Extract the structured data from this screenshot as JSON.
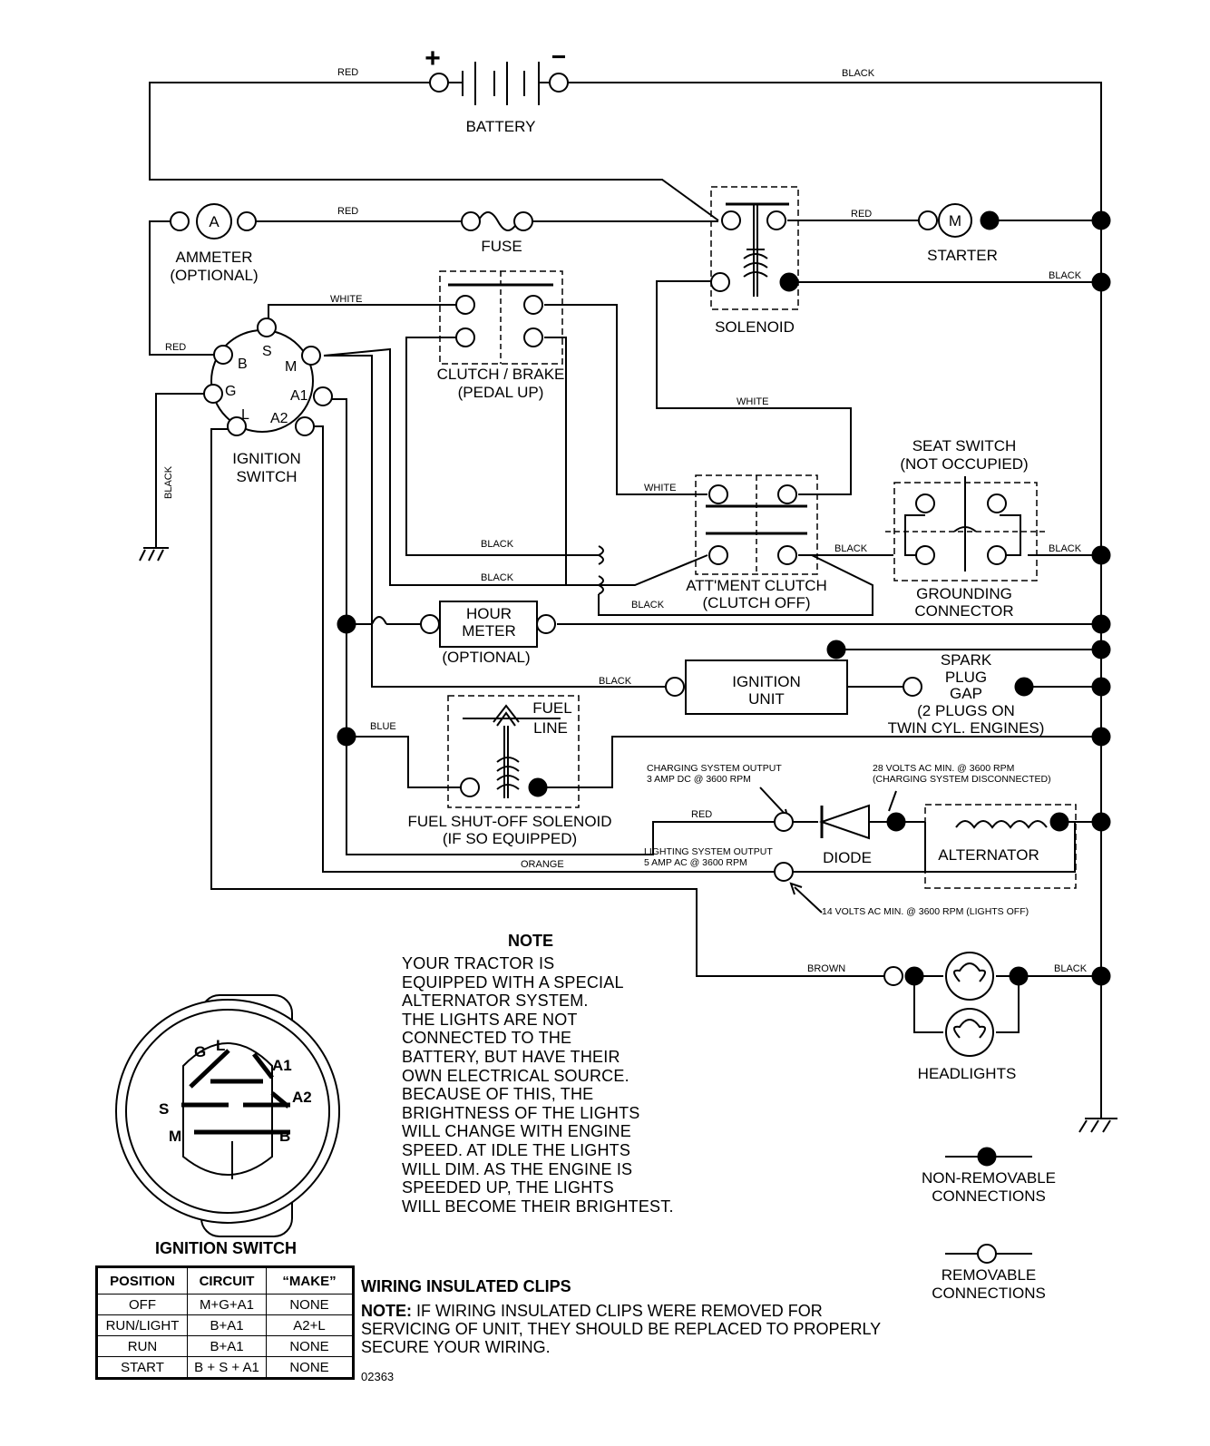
{
  "components": {
    "battery": "BATTERY",
    "battery_plus": "+",
    "battery_minus": "−",
    "ammeter_symbol": "A",
    "ammeter": [
      "AMMETER",
      "(OPTIONAL)"
    ],
    "fuse": "FUSE",
    "solenoid": "SOLENOID",
    "starter_symbol": "M",
    "starter": "STARTER",
    "clutch_brake": [
      "CLUTCH / BRAKE",
      "(PEDAL UP)"
    ],
    "ignition_switch": [
      "IGNITION",
      "SWITCH"
    ],
    "ignition_pins": [
      "B",
      "S",
      "M",
      "G",
      "A1",
      "L",
      "A2"
    ],
    "seat_switch": [
      "SEAT SWITCH",
      "(NOT OCCUPIED)"
    ],
    "grounding_connector": [
      "GROUNDING",
      "CONNECTOR"
    ],
    "attachment_clutch": [
      "ATT'MENT CLUTCH",
      "(CLUTCH OFF)"
    ],
    "hour_meter": [
      "HOUR",
      "METER"
    ],
    "hour_meter_optional": "(OPTIONAL)",
    "ignition_unit": [
      "IGNITION",
      "UNIT"
    ],
    "spark_plug": [
      "SPARK",
      "PLUG",
      "GAP",
      "(2 PLUGS ON",
      "TWIN CYL. ENGINES)"
    ],
    "fuel_line": [
      "FUEL",
      "LINE"
    ],
    "fuel_solenoid": [
      "FUEL SHUT-OFF SOLENOID",
      "(IF SO EQUIPPED)"
    ],
    "diode": "DIODE",
    "alternator": "ALTERNATOR",
    "headlights": "HEADLIGHTS"
  },
  "specs": {
    "charging_output": [
      "CHARGING SYSTEM OUTPUT",
      "3 AMP DC @ 3600 RPM"
    ],
    "charging_volts": [
      "28 VOLTS AC MIN. @ 3600 RPM",
      "(CHARGING SYSTEM DISCONNECTED)"
    ],
    "lighting_output": [
      "LIGHTING SYSTEM OUTPUT",
      "5 AMP AC @ 3600 RPM"
    ],
    "lighting_volts": "14 VOLTS AC MIN. @ 3600 RPM (LIGHTS OFF)"
  },
  "wire_colors": {
    "red": "RED",
    "black": "BLACK",
    "white": "WHITE",
    "blue": "BLUE",
    "orange": "ORANGE",
    "brown": "BROWN"
  },
  "legend": {
    "non_removable": [
      "NON-REMOVABLE",
      "CONNECTIONS"
    ],
    "removable": [
      "REMOVABLE",
      "CONNECTIONS"
    ]
  },
  "note": {
    "title": "NOTE",
    "lines": [
      "YOUR TRACTOR IS",
      "EQUIPPED WITH A SPECIAL",
      "ALTERNATOR SYSTEM.",
      "THE LIGHTS ARE NOT",
      "CONNECTED TO THE",
      "BATTERY, BUT HAVE THEIR",
      "OWN ELECTRICAL SOURCE.",
      "BECAUSE OF THIS, THE",
      "BRIGHTNESS OF THE LIGHTS",
      "WILL CHANGE WITH ENGINE",
      "SPEED.  AT IDLE THE LIGHTS",
      "WILL DIM.  AS THE ENGINE IS",
      "SPEEDED UP, THE LIGHTS",
      "WILL BECOME THEIR BRIGHTEST."
    ]
  },
  "switch_face": {
    "title": "IGNITION SWITCH",
    "pins": [
      "G",
      "L",
      "A1",
      "S",
      "A2",
      "M",
      "B"
    ]
  },
  "switch_table": {
    "headers": [
      "POSITION",
      "CIRCUIT",
      "“MAKE”"
    ],
    "rows": [
      [
        "OFF",
        "M+G+A1",
        "NONE"
      ],
      [
        "RUN/LIGHT",
        "B+A1",
        "A2+L"
      ],
      [
        "RUN",
        "B+A1",
        "NONE"
      ],
      [
        "START",
        "B + S + A1",
        "NONE"
      ]
    ]
  },
  "clips": {
    "title": "WIRING INSULATED CLIPS",
    "note_label": "NOTE:",
    "note_text": " IF WIRING INSULATED CLIPS WERE REMOVED FOR SERVICING OF UNIT, THEY SHOULD BE REPLACED TO PROPERLY SECURE YOUR WIRING."
  },
  "doc_id": "02363"
}
